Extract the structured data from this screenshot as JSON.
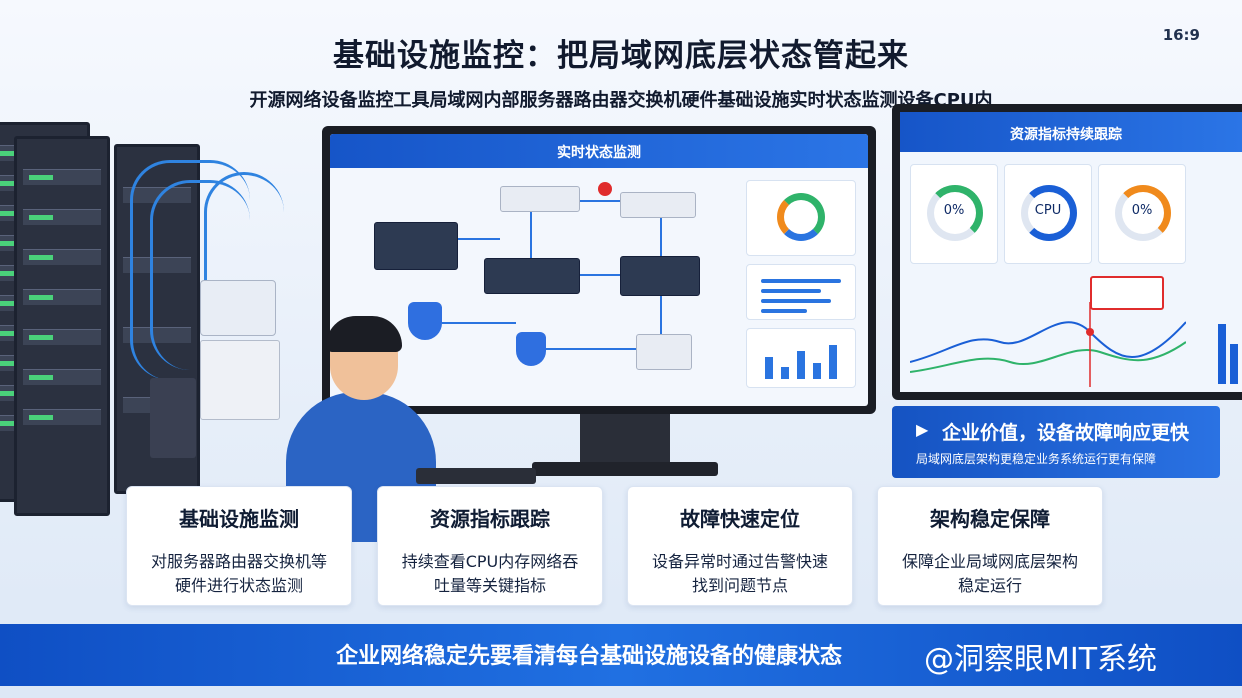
{
  "page": {
    "title": "基础设施监控：把局域网底层状态管起来",
    "subtitle": "开源网络设备监控工具局域网内部服务器路由器交换机硬件基础设施实时状态监测设备CPU内",
    "ratio": "16:9"
  },
  "monitor": {
    "title": "实时状态监测"
  },
  "right_monitor": {
    "title": "资源指标持续跟踪",
    "gauges": [
      {
        "label": "0%"
      },
      {
        "label": "CPU"
      },
      {
        "label": "0%"
      }
    ]
  },
  "value_box": {
    "title": "企业价值，设备故障响应更快",
    "subtitle": "局域网底层架构更稳定业务系统运行更有保障"
  },
  "cards": [
    {
      "title": "基础设施监测",
      "desc": "对服务器路由器交换机等硬件进行状态监测"
    },
    {
      "title": "资源指标跟踪",
      "desc": "持续查看CPU内存网络吞吐量等关键指标"
    },
    {
      "title": "故障快速定位",
      "desc": "设备异常时通过告警快速找到问题节点"
    },
    {
      "title": "架构稳定保障",
      "desc": "保障企业局域网底层架构稳定运行"
    }
  ],
  "footer": {
    "text": "企业网络稳定先要看清每台基础设施设备的健康状态",
    "watermark": "@洞察眼MIT系统"
  },
  "colors": {
    "accent": "#1a5fd6",
    "alert": "#e02c2c",
    "gauge_green": "#2fb36a",
    "gauge_orange": "#f08a1c",
    "gauge_blue": "#1a5fd6"
  }
}
